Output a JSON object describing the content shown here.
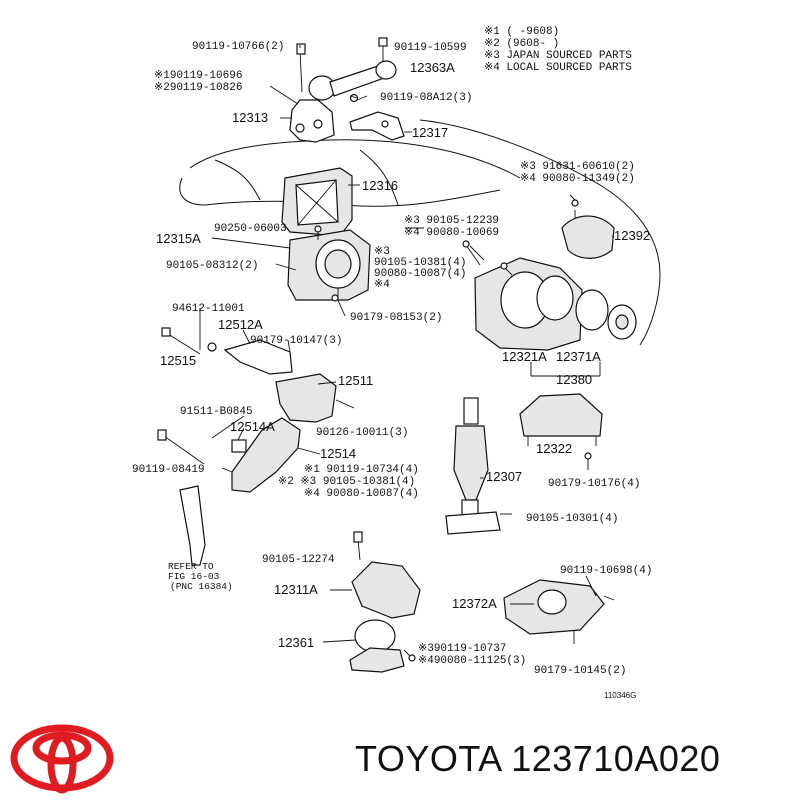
{
  "brand": {
    "caption": "TOYOTA 123710A020",
    "logo_color": "#e01b22"
  },
  "diagram": {
    "legend": [
      "※1 (     -9608)",
      "※2 (9608-     )",
      "※3 JAPAN SOURCED PARTS",
      "※4 LOCAL SOURCED PARTS"
    ],
    "labels": {
      "b_90119_10766": "90119-10766(2)",
      "b_90119_10599": "90119-10599",
      "p_12363A": "12363A",
      "b_90119_10696": "※190119-10696",
      "b_90119_10826": "※290119-10826",
      "b_90119_08A12": "90119-08A12(3)",
      "p_12313": "12313",
      "p_12317": "12317",
      "b_91631_60610": "※3 91631-60610(2)",
      "b_90080_11349": "※4 90080-11349(2)",
      "p_12316": "12316",
      "b_90105_12239": "※3  90105-12239",
      "b_90080_10069": "※4  90080-10069",
      "b_90250_06003": "90250-06003",
      "p_12315A": "12315A",
      "p_12392": "12392",
      "b_90105_08312": "90105-08312(2)",
      "s3": "※3",
      "b_90105_10381a": "90105-10381(4)",
      "b_90080_10087a": "90080-10087(4)",
      "s4": "※4",
      "b_94612_11001": "94612-11001",
      "p_12512A": "12512A",
      "b_90179_08153": "90179-08153(2)",
      "b_90179_10147": "90179-10147(3)",
      "p_12515": "12515",
      "p_12321A": "12321A",
      "p_12371A": "12371A",
      "p_12380": "12380",
      "p_12511": "12511",
      "b_91511_B0845": "91511-B0845",
      "p_12514A": "12514A",
      "b_90126_10011": "90126-10011(3)",
      "p_12322": "12322",
      "p_12514": "12514",
      "b_90119_08419": "90119-08419",
      "b_90119_10734": "※1 90119-10734(4)",
      "b_90105_10381b": "※2 ※3 90105-10381(4)",
      "b_90080_10087b": "※4 90080-10087(4)",
      "p_12307": "12307",
      "b_90179_10176": "90179-10176(4)",
      "b_90105_10301": "90105-10301(4)",
      "refer1": "REFER TO",
      "refer2": "FIG 16-03",
      "refer3": "(PNC 16384)",
      "b_90105_12274": "90105-12274",
      "b_90119_10698": "90119-10698(4)",
      "p_12311A": "12311A",
      "p_12372A": "12372A",
      "p_12361": "12361",
      "b_90119_10737": "※390119-10737",
      "b_90080_11125": "※490080-11125(3)",
      "b_90179_10145": "90179-10145(2)",
      "fig_code": "110346G"
    }
  }
}
